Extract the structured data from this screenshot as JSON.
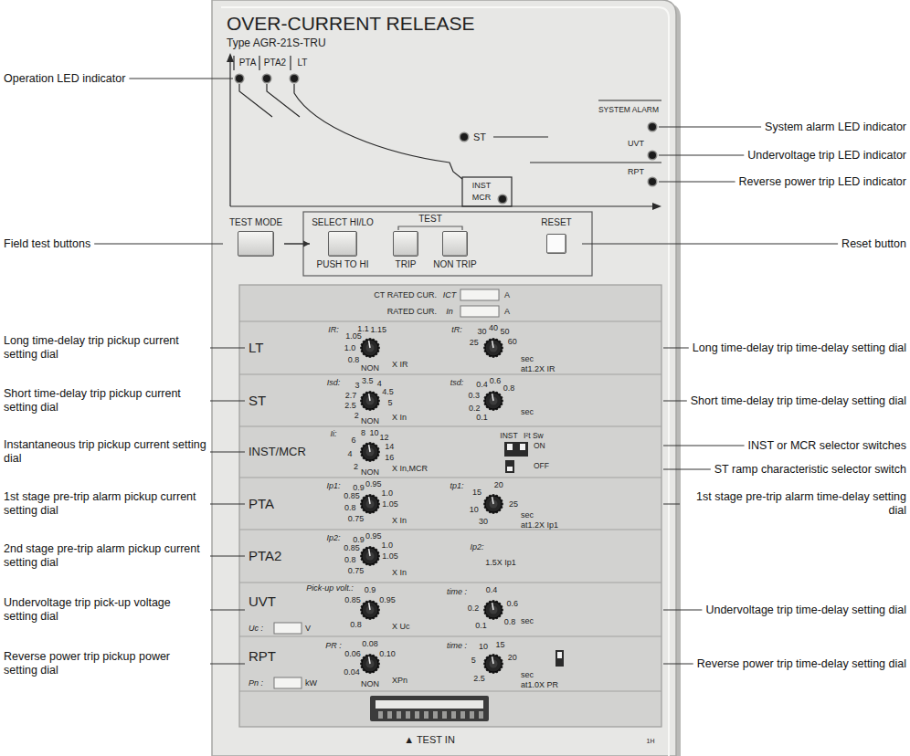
{
  "diagram": {
    "nodes": [
      {
        "text": [
          "OVER-CURRENT RELEASE",
          "Type AGR-21S-TRU"
        ]
      },
      {
        "text": [
          "TEST MODE"
        ],
        "in": 0
      },
      {
        "text": [
          "SELECT HI/LO",
          "PUSH TO HI"
        ],
        "in": 0
      },
      {
        "text": [
          "TRIP"
        ],
        "in": 0
      },
      {
        "text": [
          "NON TRIP"
        ],
        "in": 0
      },
      {
        "text": [
          "RESET"
        ],
        "in": 0
      }
    ],
    "edges": [
      {
        "from": 1,
        "to": 2,
        "arrow": "to"
      }
    ],
    "labels": [
      "Operation LED indicator",
      "Field test buttons",
      "Long time-delay trip pickup current setting dial",
      "Short time-delay trip pickup current setting dial",
      "Instantaneous trip pickup current setting dial",
      "1st stage pre-trip alarm pickup current setting dial",
      "2nd stage pre-trip alarm pickup current setting dial",
      "Undervoltage trip pick-up voltage setting dial",
      "Reverse power trip pickup power setting dial",
      "System alarm LED indicator",
      "Undervoltage trip LED indicator",
      "Reverse power trip LED indicator",
      "Reset button",
      "Long time-delay trip time-delay setting dial",
      "Short time-delay trip time-delay setting dial",
      "INST or MCR selector switches",
      "ST ramp characteristic selector switch",
      "1st stage pre-trip alarm time-delay setting dial",
      "Undervoltage trip time-delay setting dial",
      "Reverse power trip time-delay setting dial",
      "PTA",
      "PTA2",
      "LT",
      "ST",
      "INST",
      "MCR",
      "SYSTEM ALARM",
      "UVT",
      "RPT",
      "TEST",
      "CT RATED CUR.",
      "ICT",
      "A",
      "RATED CUR.",
      "In",
      "A",
      "LT",
      "IR:",
      "0.8",
      "1.0",
      "1.05",
      "1.1",
      "1.15",
      "NON",
      "X IR",
      "tR:",
      "25",
      "30",
      "40",
      "50",
      "60",
      "sec",
      "at1.2X IR",
      "ST",
      "Isd:",
      "2",
      "2.5",
      "2.7",
      "3",
      "3.5",
      "4",
      "4.5",
      "5",
      "NON",
      "X In",
      "tsd:",
      "0.1",
      "0.2",
      "0.3",
      "0.4",
      "0.6",
      "0.8",
      "sec",
      "INST/MCR",
      "Ii:",
      "2",
      "4",
      "6",
      "8",
      "10",
      "12",
      "14",
      "16",
      "NON",
      "X In,MCR",
      "INST",
      "I²t Sw",
      "ON",
      "OFF",
      "PTA",
      "Ip1:",
      "0.75",
      "0.8",
      "0.85",
      "0.9",
      "0.95",
      "1.0",
      "1.05",
      "X In",
      "tp1:",
      "10",
      "15",
      "20",
      "25",
      "30",
      "sec",
      "at1.2X Ip1",
      "PTA2",
      "Ip2:",
      "0.75",
      "0.8",
      "0.85",
      "0.9",
      "0.95",
      "1.0",
      "1.05",
      "X In",
      "Ip2:",
      "1.5X Ip1",
      "UVT",
      "Pick-up volt.:",
      "0.8",
      "0.85",
      "0.9",
      "0.95",
      "X Uc",
      "Uc :",
      "V",
      "time :",
      "0.1",
      "0.2",
      "0.4",
      "0.6",
      "0.8",
      "sec",
      "RPT",
      "PR :",
      "0.04",
      "0.06",
      "0.08",
      "0.10",
      "NON",
      "XPn",
      "Pn :",
      "kW",
      "time :",
      "2.5",
      "5",
      "10",
      "15",
      "20",
      "sec",
      "at1.0X PR",
      "▲ TEST IN",
      "1H"
    ]
  }
}
